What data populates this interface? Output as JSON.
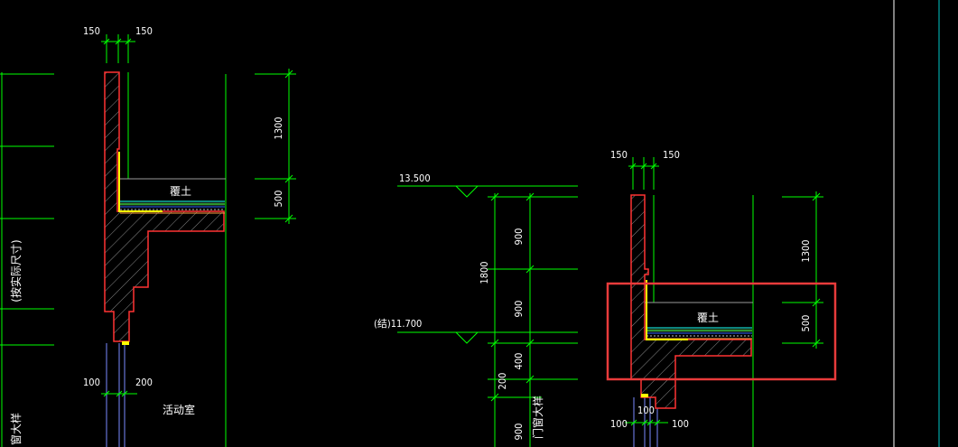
{
  "colors": {
    "background": "#000000",
    "dimension": "#00ff00",
    "outline": "#ff3333",
    "hatch": "#9a9a9a",
    "waterproof": "#ffff00",
    "text": "#ffffff",
    "highlight": "#e83b3b",
    "frame": "#00c8c8"
  },
  "left_detail": {
    "dim_top_left": "150",
    "dim_top_right": "150",
    "dim_bottom_left": "100",
    "dim_bottom_right": "200",
    "height_upper": "1300",
    "height_lower": "500",
    "soil_label": "覆土",
    "room_label": "活动室",
    "side_label_a": "(按实际尺寸)",
    "side_label_b": "窗大样"
  },
  "right_detail": {
    "dim_top_left": "150",
    "dim_top_right": "150",
    "elev_top": "13.500",
    "elev_struct": "(结)11.700",
    "seg_1": "900",
    "seg_2": "900",
    "seg_total": "1800",
    "seg_3": "400",
    "seg_4": "200",
    "seg_5": "900",
    "height_upper": "1300",
    "height_lower": "500",
    "soil_label": "覆土",
    "dim_bottom_1": "100",
    "dim_bottom_2": "100",
    "dim_bottom_3": "100",
    "side_label": "门窗大样"
  }
}
